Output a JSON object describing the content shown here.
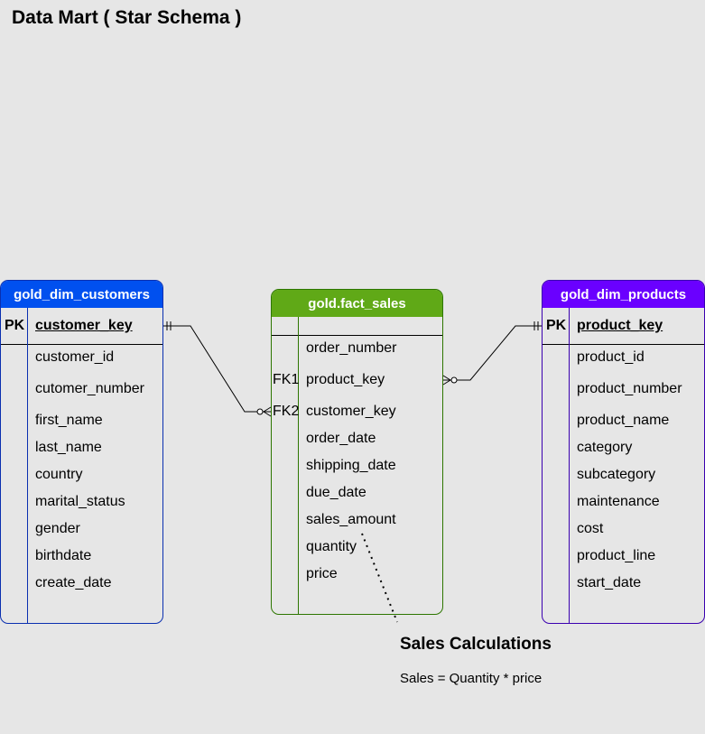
{
  "title": "Data Mart ( Star Schema )",
  "tables": {
    "customers": {
      "name": "gold_dim_customers",
      "color": "#0050ef",
      "pk_label": "PK",
      "pk": "customer_key",
      "fields": [
        "customer_id",
        "cutomer_number",
        "first_name",
        "last_name",
        "country",
        "marital_status",
        "gender",
        "birthdate",
        "create_date"
      ]
    },
    "fact": {
      "name": "gold.fact_sales",
      "color": "#60a917",
      "fk1_label": "FK1",
      "fk2_label": "FK2",
      "fields": [
        "order_number",
        "product_key",
        "customer_key",
        "order_date",
        "shipping_date",
        "due_date",
        "sales_amount",
        "quantity",
        "price"
      ]
    },
    "products": {
      "name": "gold_dim_products",
      "color": "#6a00ff",
      "pk_label": "PK",
      "pk": "product_key",
      "fields": [
        "product_id",
        "product_number",
        "product_name",
        "category",
        "subcategory",
        "maintenance",
        "cost",
        "product_line",
        "start_date"
      ]
    }
  },
  "note": {
    "title": "Sales Calculations",
    "text": "Sales = Quantity * price"
  }
}
